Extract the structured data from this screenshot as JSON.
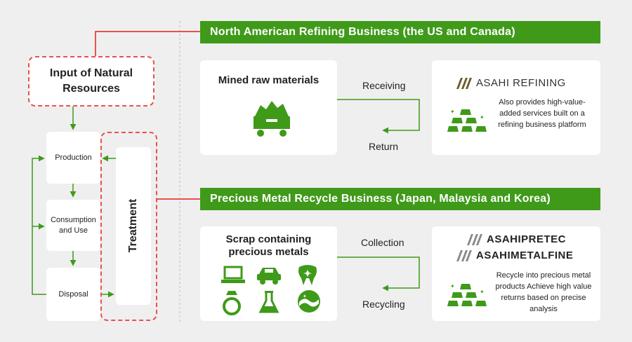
{
  "left": {
    "input_label": "Input of Natural Resources",
    "production": "Production",
    "consumption": "Consumption and Use",
    "disposal": "Disposal",
    "treatment": "Treatment"
  },
  "na": {
    "banner": "North American Refining Business (the US and Canada)",
    "mined_title": "Mined raw materials",
    "receiving": "Receiving",
    "return": "Return",
    "brand": "ASAHI REFINING",
    "desc": "Also provides high-value-added services built on a refining business platform"
  },
  "pm": {
    "banner": "Precious Metal Recycle Business (Japan, Malaysia and Korea)",
    "scrap_title": "Scrap containing precious metals",
    "collection": "Collection",
    "recycling": "Recycling",
    "brand1": "ASAHIPRETEC",
    "brand2": "ASAHIMETALFINE",
    "desc": "Recycle into precious metal products Achieve high value returns based on precise analysis"
  },
  "colors": {
    "green": "#3f9a1a",
    "red": "#e8524d",
    "background": "#efefef"
  },
  "icons": [
    "mine-cart-icon",
    "gold-bars-icon",
    "laptop-icon",
    "car-icon",
    "tooth-icon",
    "ring-icon",
    "flask-icon",
    "ore-icon",
    "brand-logo-icon"
  ]
}
